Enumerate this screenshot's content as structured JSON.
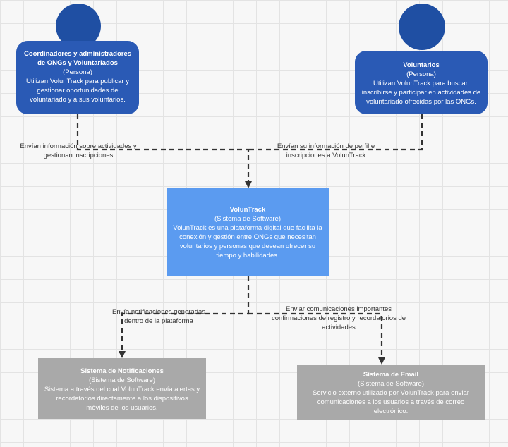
{
  "diagram": {
    "nodes": {
      "coordinators": {
        "name": "Coordinadores y administradores de ONGs y Voluntariados",
        "kind": "(Persona)",
        "description": "Utilizan VolunTrack para publicar y gestionar oportunidades de voluntariado y a sus voluntarios."
      },
      "volunteers": {
        "name": "Voluntarios",
        "kind": "(Persona)",
        "description": "Utilizan VolunTrack para buscar, inscribirse y participar en actividades de voluntariado ofrecidas por las ONGs."
      },
      "voluntrack": {
        "name": "VolunTrack",
        "kind": "(Sistema de Software)",
        "description": "VolunTrack es una plataforma digital que facilita la conexión y gestión entre ONGs que necesitan voluntarios y personas que desean ofrecer su tiempo y habilidades."
      },
      "notifications": {
        "name": "Sistema de Notificaciones",
        "kind": "(Sistema de Software)",
        "description": "Sistema a través del cual VolunTrack envía alertas y recordatorios directamente a los dispositivos móviles de los usuarios."
      },
      "email": {
        "name": "Sistema de Email",
        "kind": "(Sistema de Software)",
        "description": "Servicio externo utilizado por VolunTrack para enviar comunicaciones a los usuarios a través de correo electrónico."
      }
    },
    "edges": {
      "coordinators_to_voluntrack": "Envían información sobre actividades y gestionan inscripciones",
      "volunteers_to_voluntrack": "Envían su información de perfil e inscripciones a VolunTrack",
      "voluntrack_to_notifications": "Envía notificaciones generadas dentro de la plataforma",
      "voluntrack_to_email": "Enviar comunicaciones importantes confirmaciones de registro y recordatorios de actividades"
    },
    "colors": {
      "person": "#2a5ab5",
      "person_head": "#1f4fa3",
      "system": "#5b9bf0",
      "external": "#a9a9a9",
      "edge": "#333333"
    }
  }
}
